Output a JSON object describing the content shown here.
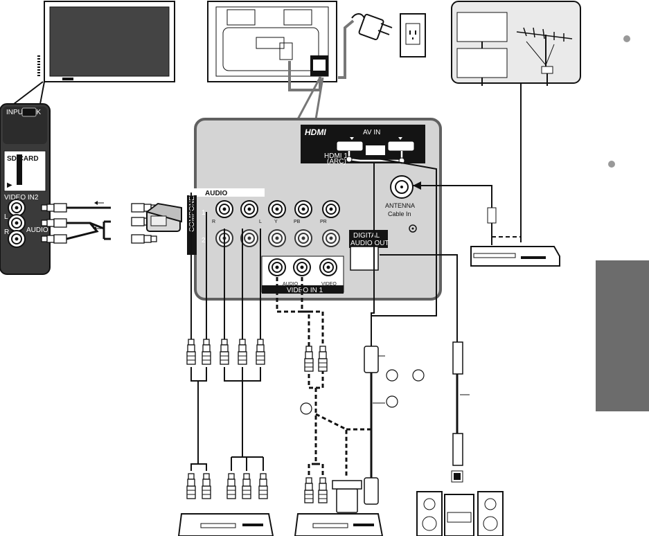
{
  "side_panel": {
    "input_ok": "INPUT/ OK",
    "sd_card": "SD CARD",
    "video_in2": "VIDEO IN2",
    "audio": "AUDIO",
    "l": "L",
    "r": "R"
  },
  "rear_panel": {
    "hdmi_logo": "HDMI",
    "av_in": "AV IN",
    "hdmi1": "HDMI 1",
    "arc": "(ARC)",
    "audio_header": "AUDIO",
    "component_label": "COMPONENT",
    "component_1": "1",
    "component_2": "2",
    "r": "R",
    "l": "L",
    "pb": "PB",
    "pr": "PR",
    "y": "Y",
    "antenna": "ANTENNA",
    "cable_in": "Cable In",
    "digital": "DIGITAL",
    "audio_out": "AUDIO OUT",
    "video_in1_audio": "AUDIO",
    "video_in1_video": "VIDEO",
    "video_in1": "VIDEO IN 1"
  },
  "colors": {
    "outline": "#111111",
    "panel_fill": "#d4d4d4",
    "panel_dark": "#606060",
    "cable": "#4a4a4a",
    "white": "#ffffff",
    "dark_fill": "#141414"
  },
  "icons": [
    "tv-front-icon",
    "tv-rear-icon",
    "power-plug-icon",
    "wall-outlet-icon",
    "antenna-icon",
    "camcorder-icon",
    "dvd-recorder-icon",
    "vcr-icon",
    "stereo-system-icon",
    "optical-cable-icon",
    "hdmi-cable-icon",
    "rca-cable-icon"
  ]
}
